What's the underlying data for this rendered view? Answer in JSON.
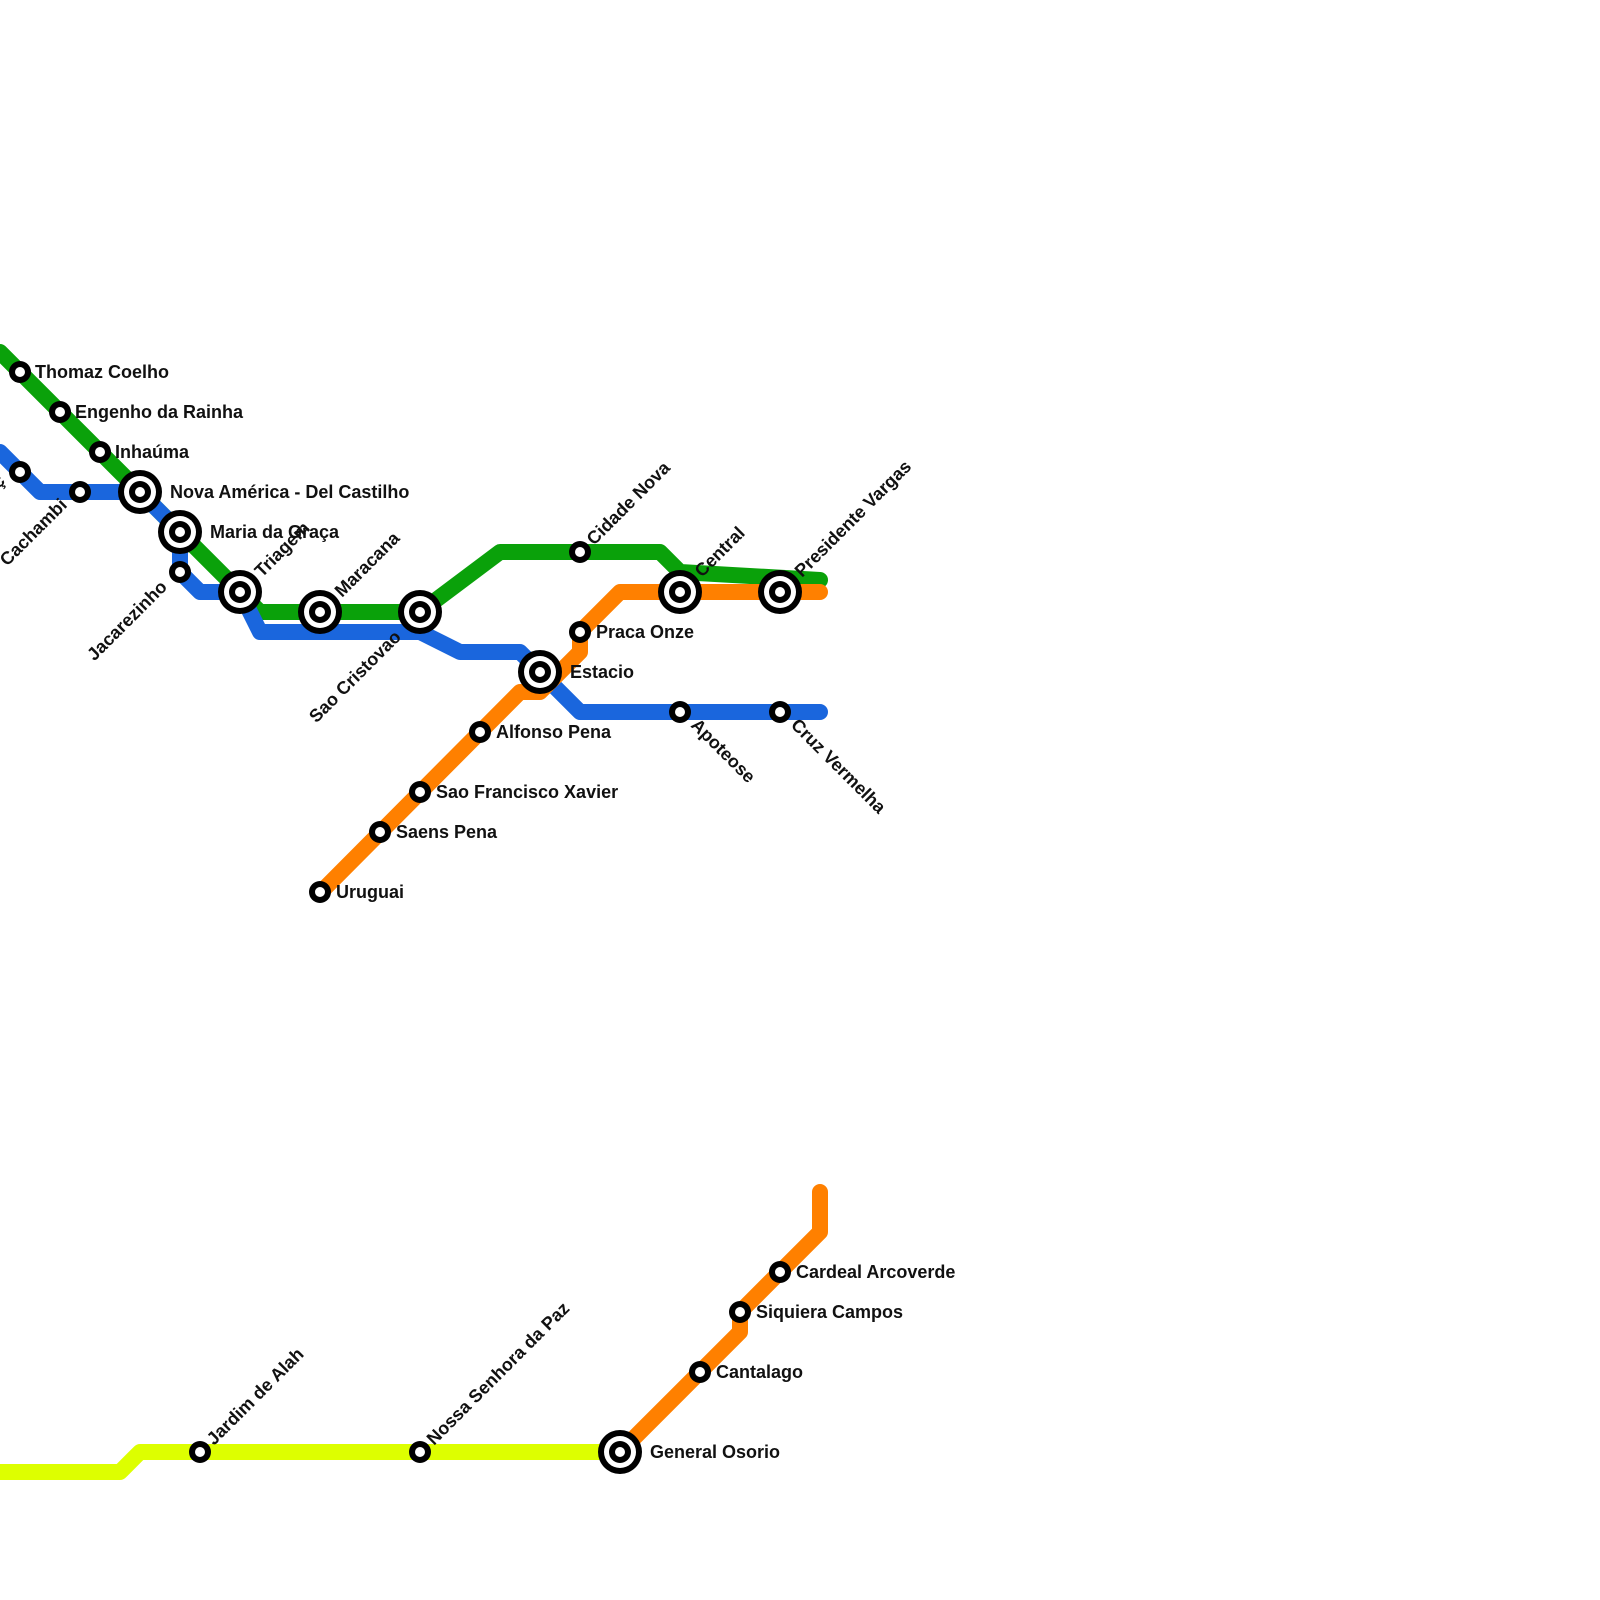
{
  "map": {
    "lines": [
      {
        "name": "green-line",
        "color": "#0aa10a"
      },
      {
        "name": "blue-line",
        "color": "#1a66dd"
      },
      {
        "name": "orange-line",
        "color": "#ff8000"
      },
      {
        "name": "orange-line-south",
        "color": "#ff8000"
      },
      {
        "name": "lime-line",
        "color": "#ddff00"
      }
    ],
    "stations": {
      "thomaz_coelho": "Thomaz Coelho",
      "engenho_da_rainha": "Engenho da Rainha",
      "inhauma": "Inhaúma",
      "nova_america": "Nova América - Del Castilho",
      "maria_da_graca": "Maria da Graça",
      "triagem": "Triagem",
      "maracana": "Maracana",
      "sao_cristovao": "Sao Cristovao",
      "cidade_nova": "Cidade Nova",
      "central": "Central",
      "presidente_vargas": "Presidente Vargas",
      "praca_onze": "Praca Onze",
      "estacio": "Estacio",
      "alfonso_pena": "Alfonso Pena",
      "sao_francisco_xavier": "Sao Francisco Xavier",
      "saens_pena": "Saens Pena",
      "uruguai": "Uruguai",
      "apoteose": "Apoteose",
      "cruz_vermelha": "Cruz Vermelha",
      "jacarezinho": "Jacarezinho",
      "cachambi": "Cachambi",
      "left_edge_partial": "ç",
      "cardeal_arcoverde": "Cardeal Arcoverde",
      "siquiera_campos": "Siquiera Campos",
      "cantalago": "Cantalago",
      "general_osorio": "General Osorio",
      "nossa_senhora_da_paz": "Nossa Senhora da Paz",
      "jardim_de_alah": "Jardim de Alah"
    }
  }
}
